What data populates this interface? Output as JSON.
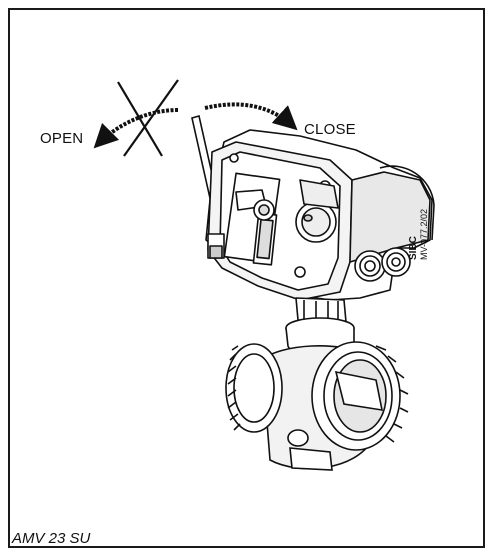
{
  "labels": {
    "open": "OPEN",
    "close": "CLOSE"
  },
  "drawing_code": {
    "line1": "SIBC",
    "line2": "MV-077.2/02"
  },
  "caption": "AMV 23 SU",
  "colors": {
    "line": "#111111",
    "frame": "#1a1a1a",
    "background": "#ffffff"
  },
  "icons": {
    "cross": "x-mark-icon",
    "arrow": "curved-arrow-icon"
  }
}
